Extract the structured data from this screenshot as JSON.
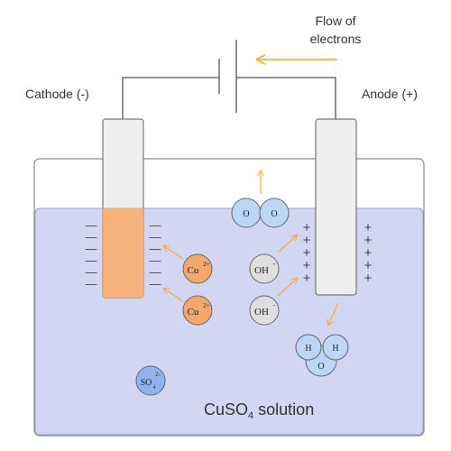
{
  "labels": {
    "flow_line1": "Flow of",
    "flow_line2": "electrons",
    "cathode": "Cathode (-)",
    "anode": "Anode (+)",
    "solution_prefix": "CuSO",
    "solution_sub": "4",
    "solution_suffix": " solution"
  },
  "ions": {
    "cu_symbol": "Cu",
    "cu_charge": "2+",
    "oh_symbol": "OH",
    "oh_charge": "-",
    "so4_symbol": "SO",
    "so4_sub": "4",
    "so4_charge": "2-",
    "o_atom": "O",
    "h_atom": "H"
  },
  "signs": {
    "minus": "—",
    "plus": "+"
  },
  "colors": {
    "solution_fill": "#d3d6f3",
    "solution_stroke": "#9aa0d4",
    "copper_fill": "#f6b27a",
    "copper_ion": "#f3a76a",
    "hydroxide_ion": "#dedede",
    "oxygen_atom": "#bcd6f5",
    "sulfate_ion": "#8fb3ea",
    "arrow": "#f0b23a",
    "wire": "#555555",
    "electrode": "#efefef"
  }
}
